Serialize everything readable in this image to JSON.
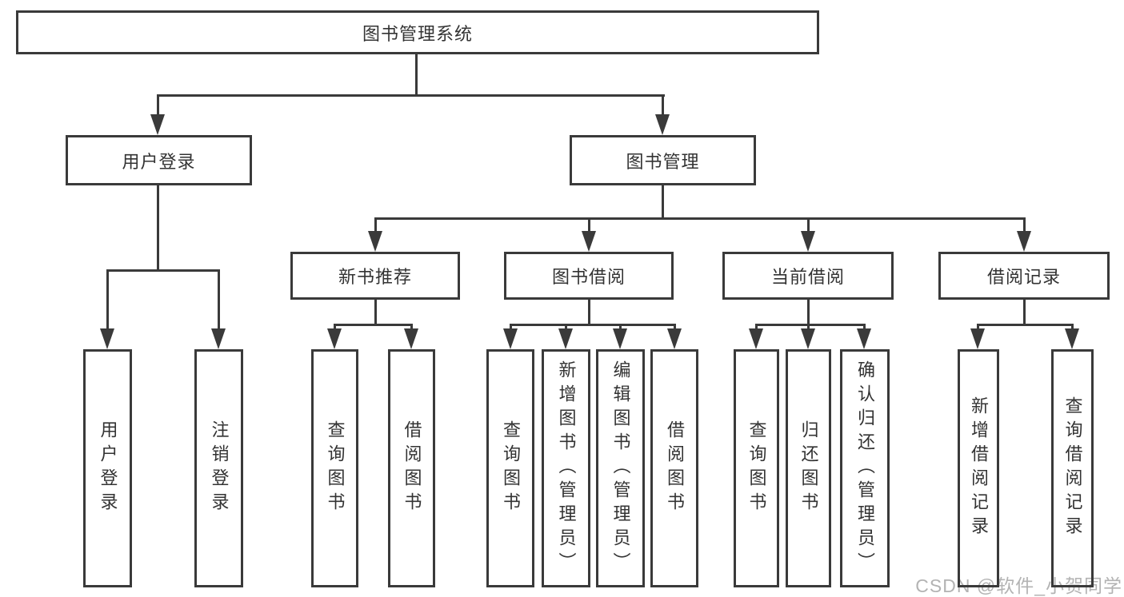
{
  "tree": {
    "label": "图书管理系统",
    "children": [
      {
        "label": "用户登录",
        "children": [
          {
            "label": "用户登录"
          },
          {
            "label": "注销登录"
          }
        ]
      },
      {
        "label": "图书管理",
        "children": [
          {
            "label": "新书推荐",
            "children": [
              {
                "label": "查询图书"
              },
              {
                "label": "借阅图书"
              }
            ]
          },
          {
            "label": "图书借阅",
            "children": [
              {
                "label": "查询图书"
              },
              {
                "label": "新增图书（管理员）"
              },
              {
                "label": "编辑图书（管理员）"
              },
              {
                "label": "借阅图书"
              }
            ]
          },
          {
            "label": "当前借阅",
            "children": [
              {
                "label": "查询图书"
              },
              {
                "label": "归还图书"
              },
              {
                "label": "确认归还（管理员）"
              }
            ]
          },
          {
            "label": "借阅记录",
            "children": [
              {
                "label": "新增借阅记录"
              },
              {
                "label": "查询借阅记录"
              }
            ]
          }
        ]
      }
    ]
  },
  "watermark": {
    "text": "CSDN @软件_小贺同学"
  },
  "colors": {
    "line": "#3a3a3a",
    "text": "#333333",
    "bg": "#ffffff",
    "watermark": "#b3b3b3"
  }
}
